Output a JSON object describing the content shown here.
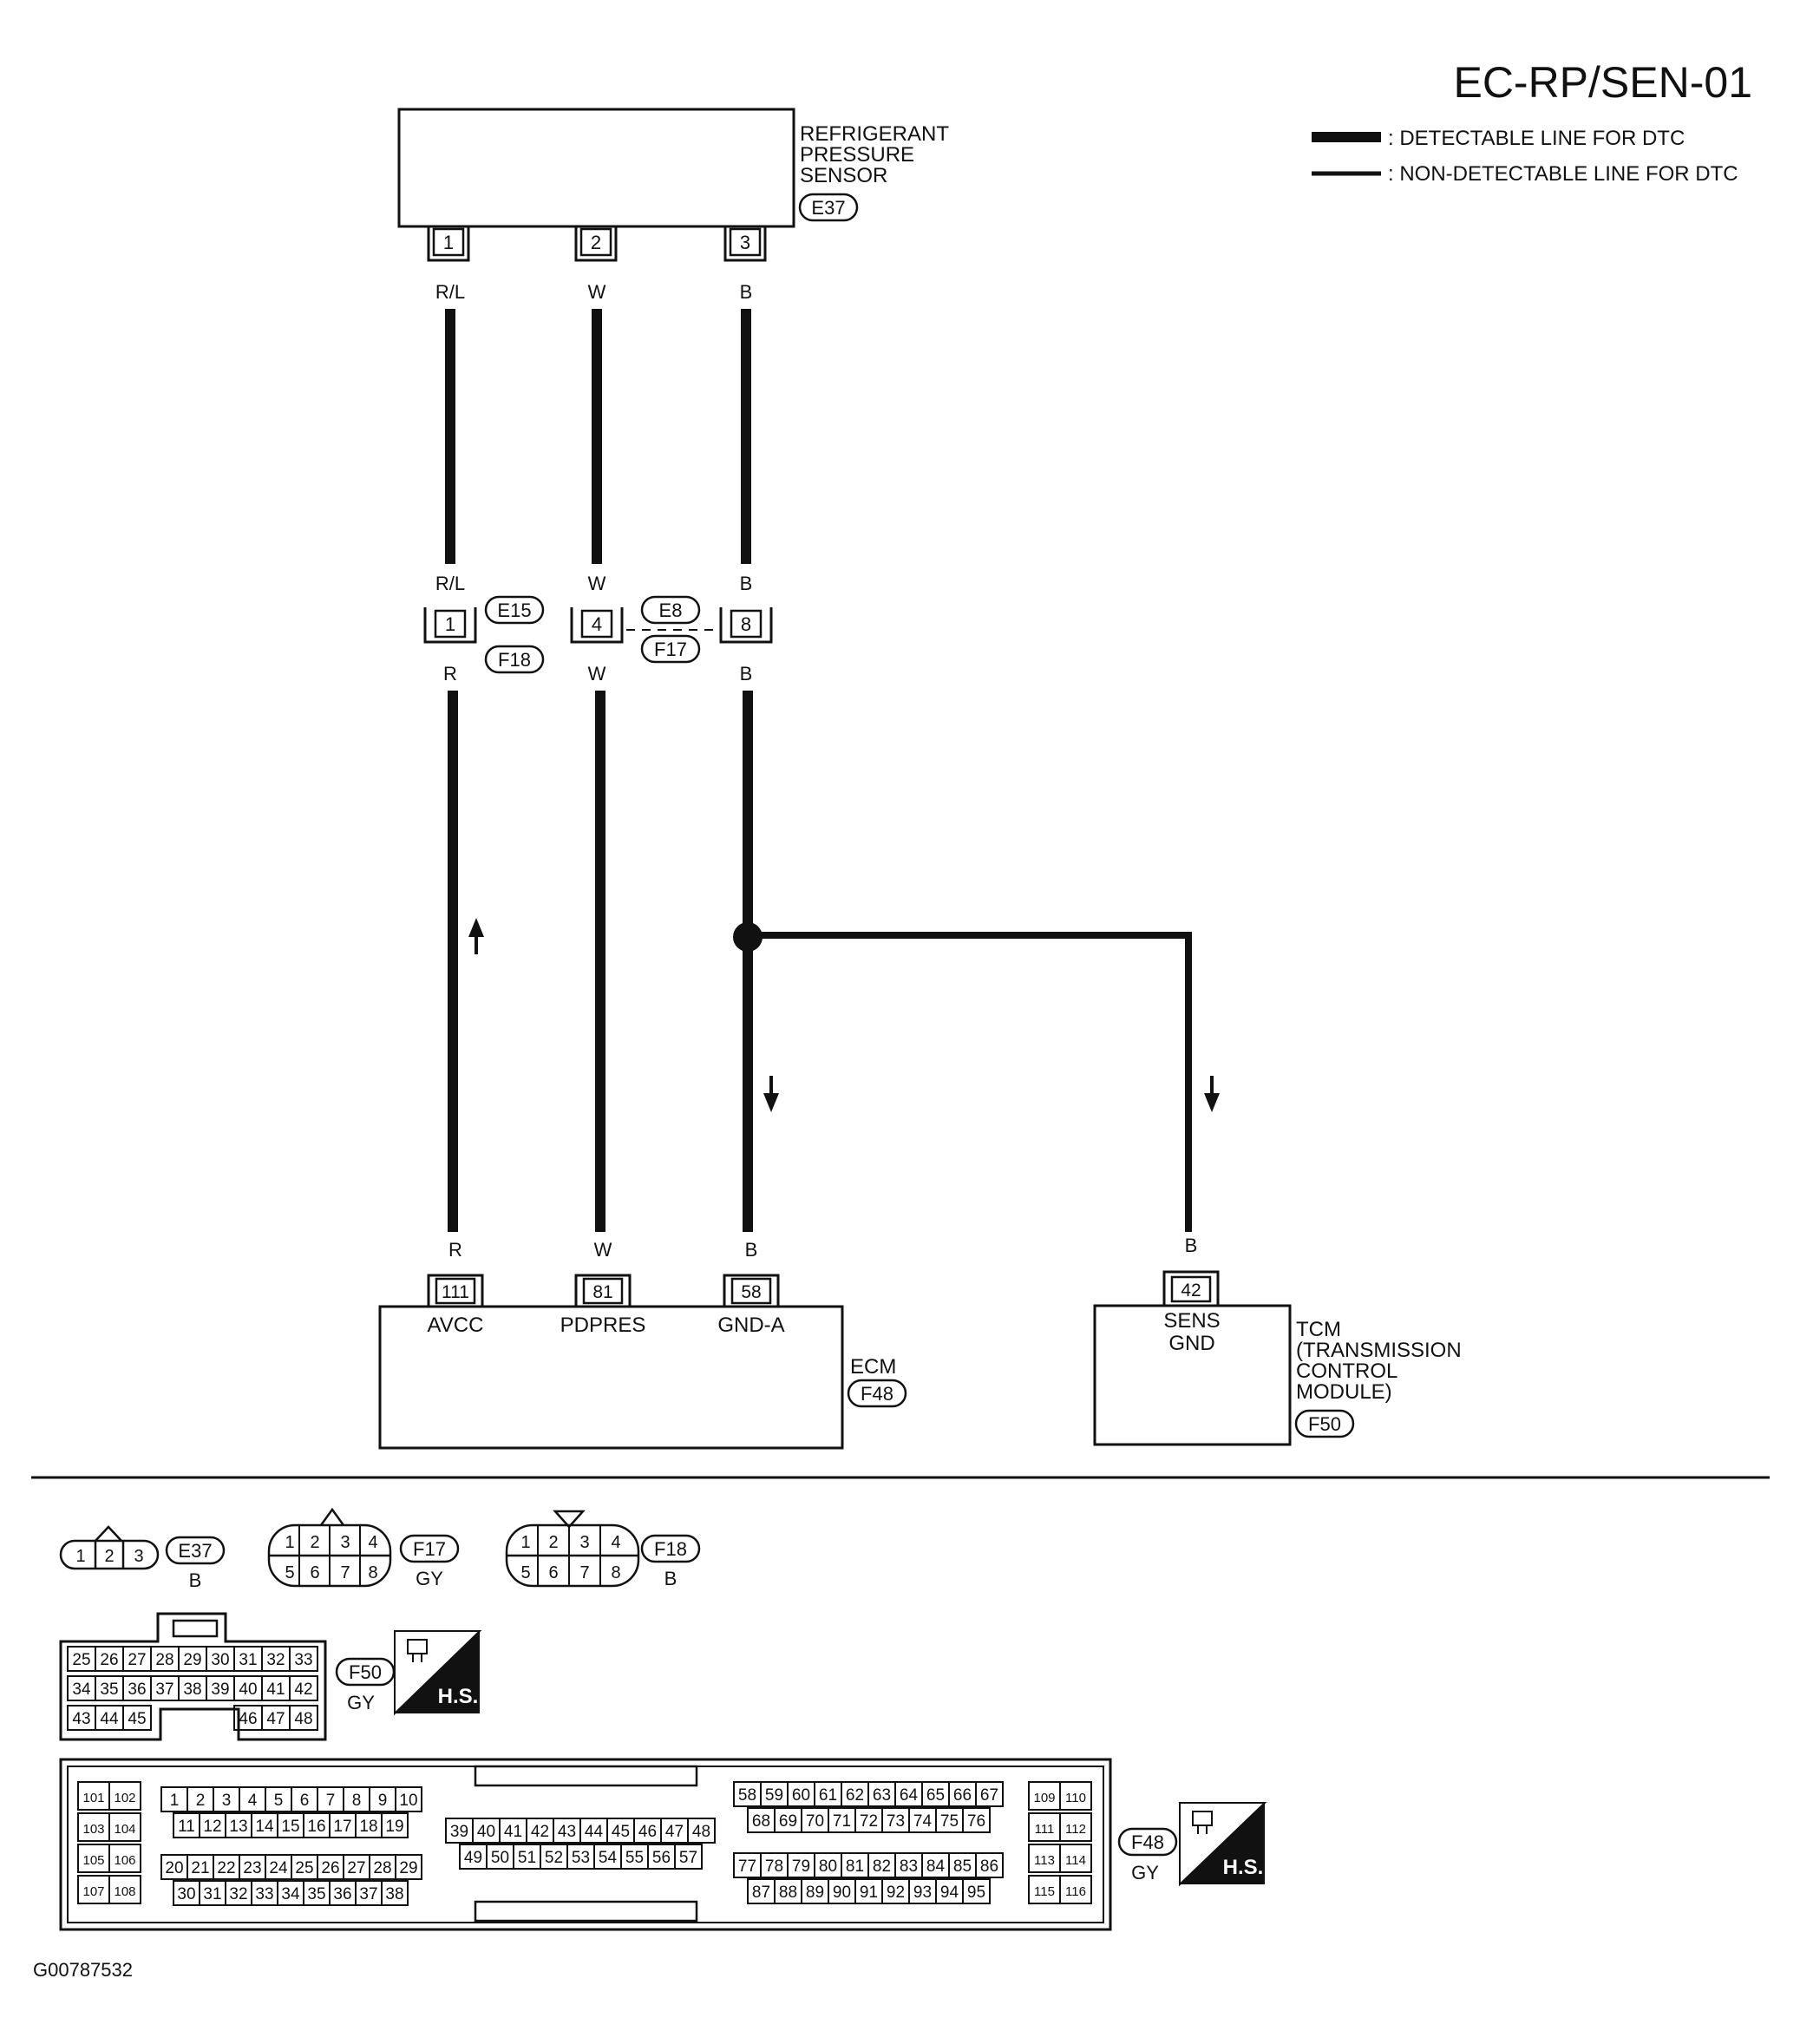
{
  "header": {
    "diagram_code": "EC-RP/SEN-01",
    "figure_id": "G00787532"
  },
  "legend": {
    "detectable": ": DETECTABLE LINE FOR DTC",
    "non_detectable": ": NON-DETECTABLE LINE FOR DTC"
  },
  "sensor": {
    "name_lines": [
      "REFRIGERANT",
      "PRESSURE",
      "SENSOR"
    ],
    "connector": "E37",
    "pins": [
      "1",
      "2",
      "3"
    ],
    "wire_colors": [
      "R/L",
      "W",
      "B"
    ]
  },
  "joint": {
    "upper_colors": [
      "R/L",
      "W",
      "B"
    ],
    "pins": [
      "1",
      "4",
      "8"
    ],
    "lower_colors": [
      "R",
      "W",
      "B"
    ],
    "connector_left_top": "E15",
    "connector_left_bottom": "F18",
    "connector_right_top": "E8",
    "connector_right_bottom": "F17"
  },
  "ecm": {
    "name": "ECM",
    "connector": "F48",
    "wire_colors": [
      "R",
      "W",
      "B"
    ],
    "pins": [
      "111",
      "81",
      "58"
    ],
    "terminals": [
      "AVCC",
      "PDPRES",
      "GND-A"
    ]
  },
  "tcm": {
    "name_lines": [
      "TCM",
      "(TRANSMISSION",
      "CONTROL",
      "MODULE)"
    ],
    "connector": "F50",
    "wire_color": "B",
    "pin": "42",
    "terminal_lines": [
      "SENS",
      "GND"
    ]
  },
  "connector_views": {
    "e37": {
      "id": "E37",
      "color": "B",
      "pins": [
        "1",
        "2",
        "3"
      ]
    },
    "f17": {
      "id": "F17",
      "color": "GY",
      "row1": [
        "1",
        "2",
        "3",
        "4"
      ],
      "row2": [
        "5",
        "6",
        "7",
        "8"
      ]
    },
    "f18": {
      "id": "F18",
      "color": "B",
      "row1": [
        "1",
        "2",
        "3",
        "4"
      ],
      "row2": [
        "5",
        "6",
        "7",
        "8"
      ]
    },
    "f50": {
      "id": "F50",
      "color": "GY",
      "badge": "H.S.",
      "row1": [
        "25",
        "26",
        "27",
        "28",
        "29",
        "30",
        "31",
        "32",
        "33"
      ],
      "row2": [
        "34",
        "35",
        "36",
        "37",
        "38",
        "39",
        "40",
        "41",
        "42"
      ],
      "row3_left": [
        "43",
        "44",
        "45"
      ],
      "row3_right": [
        "46",
        "47",
        "48"
      ]
    },
    "f48": {
      "id": "F48",
      "color": "GY",
      "badge": "H.S.",
      "blockA": [
        [
          "101",
          "102"
        ],
        [
          "103",
          "104"
        ],
        [
          "105",
          "106"
        ],
        [
          "107",
          "108"
        ]
      ],
      "row1": [
        "1",
        "2",
        "3",
        "4",
        "5",
        "6",
        "7",
        "8",
        "9",
        "10"
      ],
      "row2": [
        "11",
        "12",
        "13",
        "14",
        "15",
        "16",
        "17",
        "18",
        "19"
      ],
      "row3": [
        "20",
        "21",
        "22",
        "23",
        "24",
        "25",
        "26",
        "27",
        "28",
        "29"
      ],
      "row4": [
        "30",
        "31",
        "32",
        "33",
        "34",
        "35",
        "36",
        "37",
        "38"
      ],
      "mid1": [
        "39",
        "40",
        "41",
        "42",
        "43",
        "44",
        "45",
        "46",
        "47",
        "48"
      ],
      "mid2": [
        "49",
        "50",
        "51",
        "52",
        "53",
        "54",
        "55",
        "56",
        "57"
      ],
      "r1": [
        "58",
        "59",
        "60",
        "61",
        "62",
        "63",
        "64",
        "65",
        "66",
        "67"
      ],
      "r2": [
        "68",
        "69",
        "70",
        "71",
        "72",
        "73",
        "74",
        "75",
        "76"
      ],
      "r3": [
        "77",
        "78",
        "79",
        "80",
        "81",
        "82",
        "83",
        "84",
        "85",
        "86"
      ],
      "r4": [
        "87",
        "88",
        "89",
        "90",
        "91",
        "92",
        "93",
        "94",
        "95"
      ],
      "blockB": [
        [
          "109",
          "110"
        ],
        [
          "111",
          "112"
        ],
        [
          "113",
          "114"
        ],
        [
          "115",
          "116"
        ]
      ]
    }
  }
}
